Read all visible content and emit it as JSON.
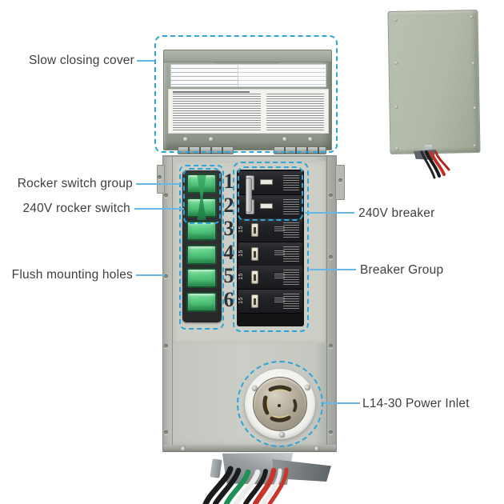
{
  "page": {
    "background": "#ffffff",
    "dashed_outline_color": "#2ba6d8",
    "callout_line_color": "#64b7e6",
    "label_text_color": "#3e3e3e"
  },
  "callouts": {
    "slow_closing_cover": "Slow closing cover",
    "rocker_switch_group": "Rocker switch group",
    "rocker_240v": "240V rocker switch",
    "flush_mounting_holes": "Flush mounting holes",
    "breaker_240v": "240V breaker",
    "breaker_group": "Breaker Group",
    "power_inlet": "L14-30 Power Inlet"
  },
  "device": {
    "circuit_numbers": [
      "1",
      "2",
      "3",
      "4",
      "5",
      "6"
    ],
    "rocker_switches": {
      "count": 6,
      "color": "#55c97e",
      "tied_pair": "1-2"
    },
    "breakers": {
      "count": 6,
      "rating_label": "15",
      "tied_pair": "1-2"
    },
    "body_color": "#c6c9c1",
    "cover_color": "#99a294",
    "wire_colors": [
      "#1a1b1d",
      "#1f9156",
      "#ececea",
      "#c8352b"
    ]
  }
}
